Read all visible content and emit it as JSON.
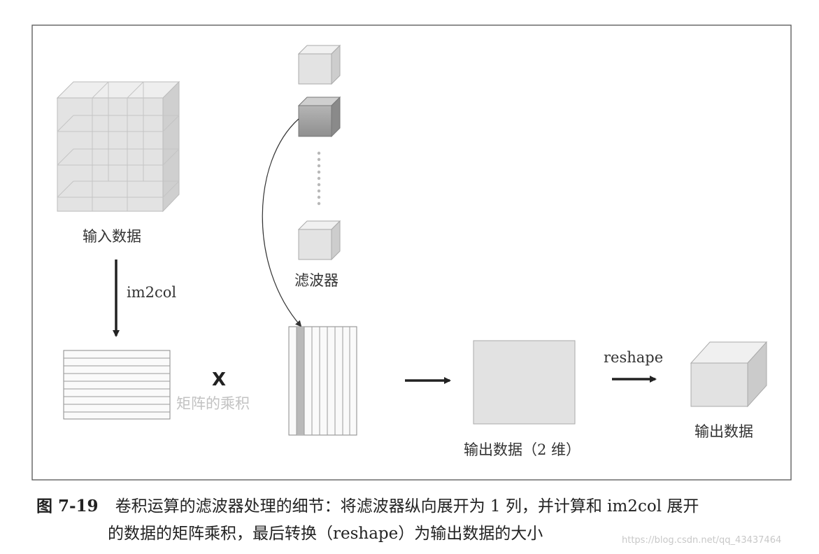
{
  "figure": {
    "labels": {
      "input_data": "输入数据",
      "im2col": "im2col",
      "filter": "滤波器",
      "times": "X",
      "matrix_product": "矩阵的乘积",
      "reshape": "reshape",
      "output_2d": "输出数据（2 维）",
      "output_data": "输出数据"
    }
  },
  "caption": {
    "number": "图 7-19",
    "line1": "卷积运算的滤波器处理的细节：将滤波器纵向展开为 1 列，并计算和 im2col 展开",
    "line2": "的数据的矩阵乘积，最后转换（reshape）为输出数据的大小"
  },
  "watermark": "https://blog.csdn.net/qq_43437464",
  "colors": {
    "frame": "#555555",
    "cube_front": "#e2e2e2",
    "cube_top": "#f0f0f0",
    "cube_side": "#c9c9c9",
    "highlight_column": "#b9b9b9",
    "arrow": "#222222"
  }
}
